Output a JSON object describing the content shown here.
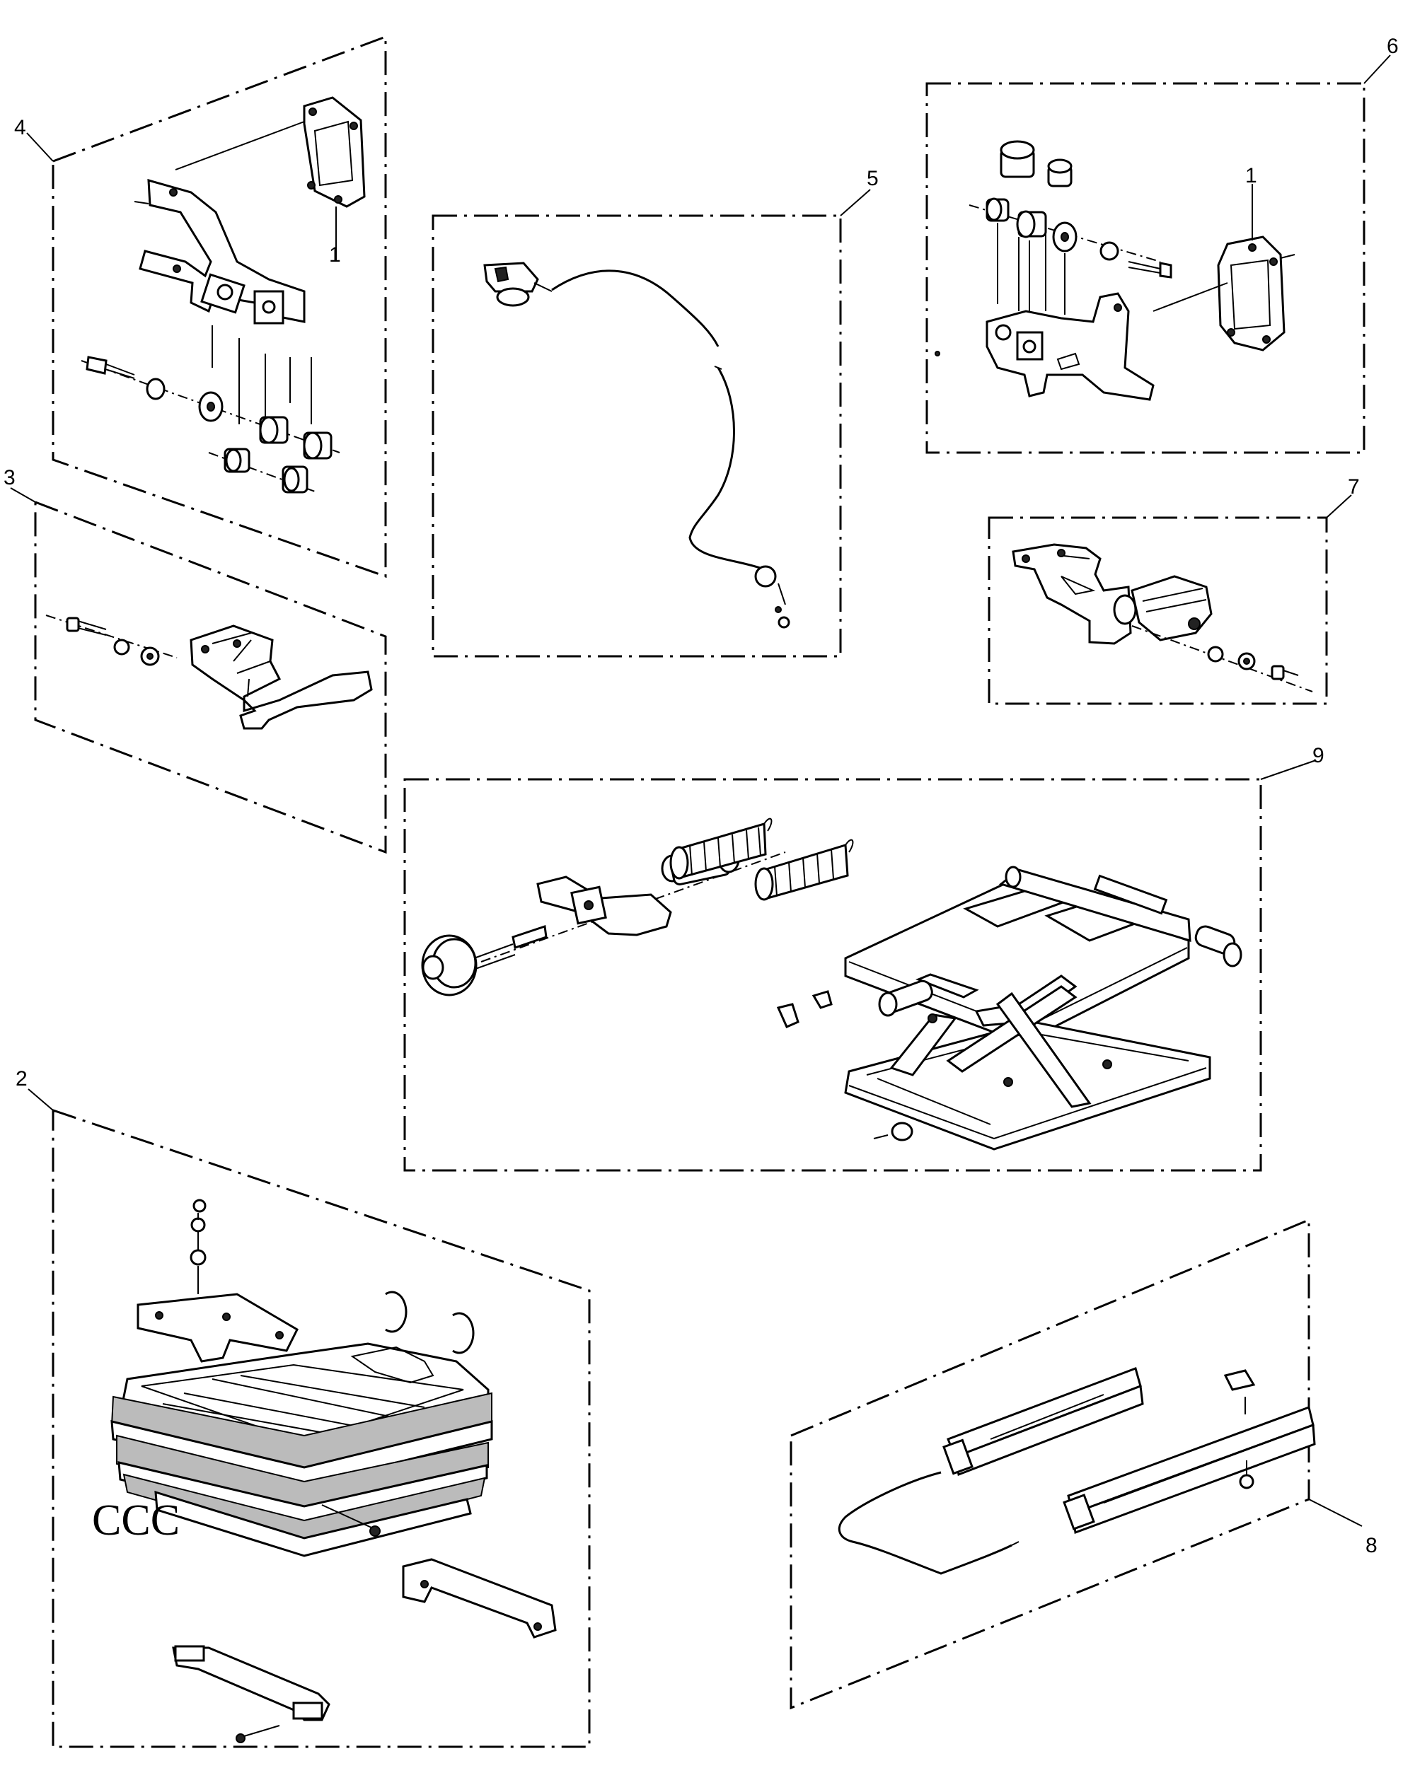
{
  "diagram": {
    "callouts": {
      "group_2": "2",
      "group_3": "3",
      "group_4": "4",
      "group_5": "5",
      "group_6": "6",
      "group_7": "7",
      "group_8": "8",
      "group_9": "9",
      "sub_1_left": "1",
      "sub_1_right": "1"
    },
    "group_2_snap_ring_glyphs": "CCC"
  }
}
